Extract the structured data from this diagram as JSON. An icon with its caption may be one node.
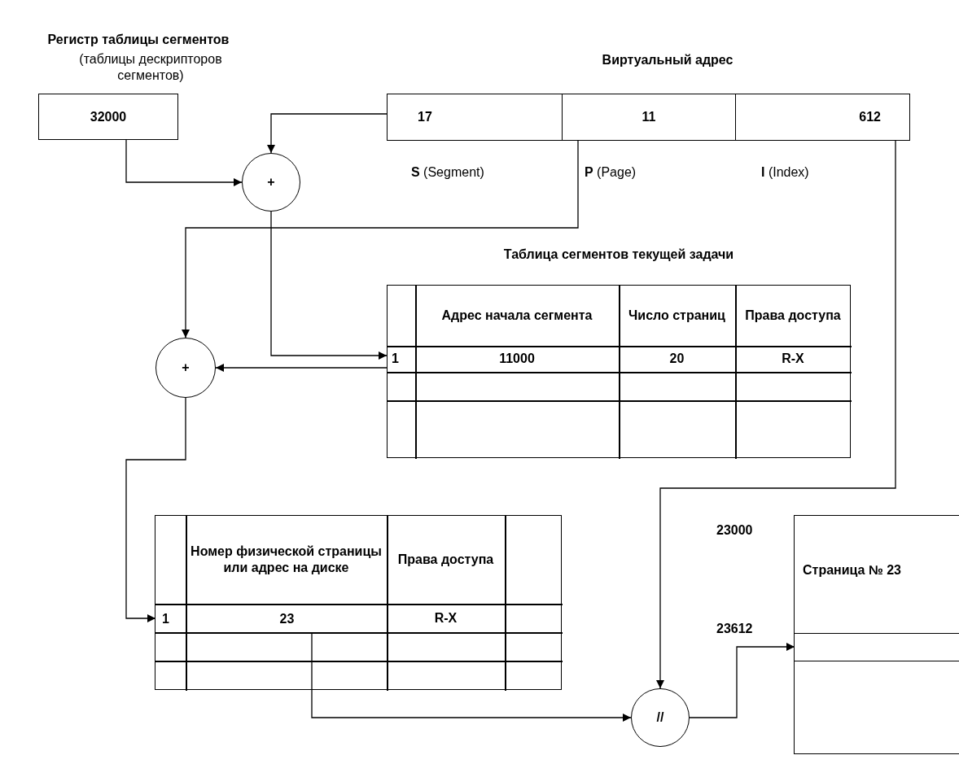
{
  "diagram": {
    "nodes": [
      {
        "text": [
          "Регистр таблицы сегментов",
          "(таблицы дескрипторов сегментов)",
          "32000"
        ]
      },
      {
        "text": [
          "Виртуальный адрес"
        ]
      },
      {
        "text": [
          "17"
        ],
        "in": 1,
        "beside": [
          "**S** (Segment)"
        ]
      },
      {
        "text": [
          "11"
        ],
        "in": 1,
        "beside": [
          "**P** (Page)"
        ]
      },
      {
        "text": [
          "612"
        ],
        "in": 1,
        "beside": [
          "**I** (Index)"
        ]
      },
      {
        "text": [
          "+"
        ]
      },
      {
        "text": [
          "Таблица сегментов текущей задачи"
        ]
      },
      {
        "text": [
          "1"
        ],
        "in": 6
      },
      {
        "text": [
          "11000"
        ],
        "in": 6
      },
      {
        "text": [
          "+"
        ]
      },
      {
        "text": [],
        "shape": "box"
      },
      {
        "text": [
          "1"
        ],
        "in": 10
      },
      {
        "text": [
          "23"
        ],
        "in": 10
      },
      {
        "text": [
          "//"
        ]
      },
      {
        "text": [
          "Страница № 23"
        ],
        "beside": [
          "23000"
        ]
      },
      {
        "text": [],
        "shape": "box",
        "in": 14,
        "beside": [
          "23612"
        ]
      }
    ],
    "edges": [
      {
        "from": 0,
        "to": 5,
        "arrow": "to"
      },
      {
        "from": 2,
        "to": 5,
        "arrow": "to"
      },
      {
        "from": 5,
        "to": 7,
        "arrow": "to"
      },
      {
        "from": 3,
        "to": 9,
        "arrow": "to"
      },
      {
        "from": 7,
        "to": 9,
        "arrow": "to"
      },
      {
        "from": 9,
        "to": 11,
        "arrow": "to"
      },
      {
        "from": 12,
        "to": 13,
        "arrow": "to"
      },
      {
        "from": 4,
        "to": 13,
        "arrow": "to"
      },
      {
        "from": 13,
        "to": 15,
        "arrow": "to"
      }
    ],
    "labels": [
      "Адрес начала сегмента",
      "Число страниц",
      "Права доступа",
      "20",
      "R-X",
      "Номер физической страницы или адрес на диске",
      "Права доступа",
      "R-X"
    ]
  }
}
